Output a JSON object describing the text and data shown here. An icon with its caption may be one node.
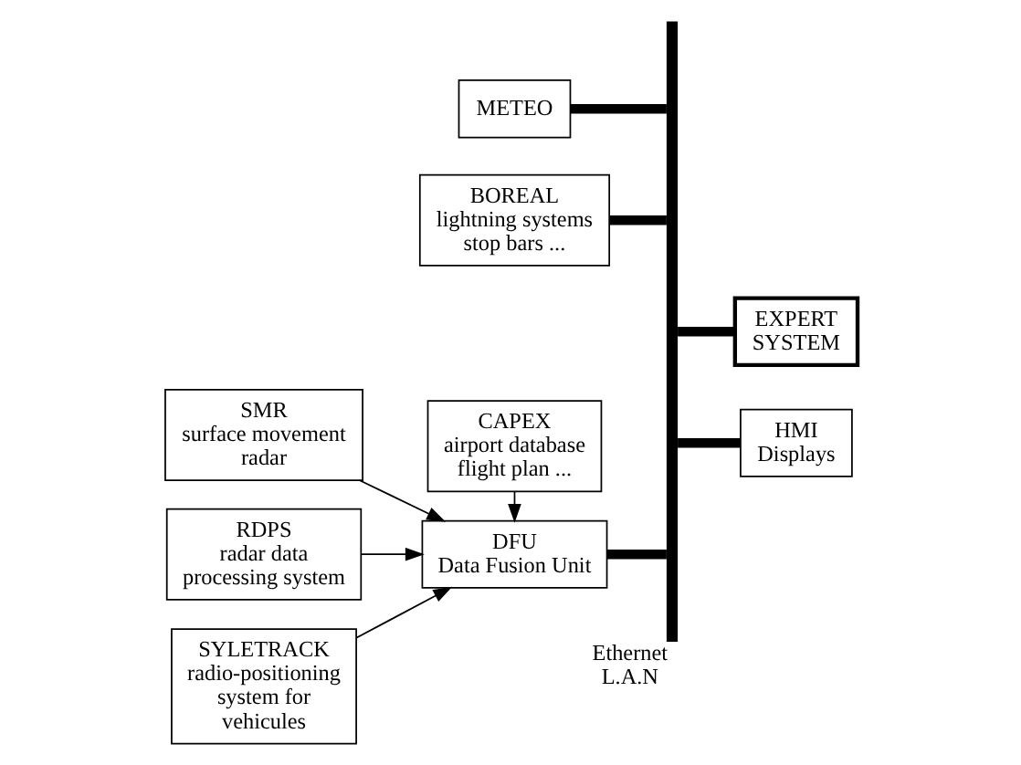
{
  "diagram": {
    "nodes": [
      {
        "text": [
          "METEO"
        ]
      },
      {
        "text": [
          "BOREAL",
          "lightning systems stop bars ..."
        ]
      },
      {
        "text": [
          "SMR",
          "surface movement radar"
        ]
      },
      {
        "text": [
          "CAPEX",
          "airport database flight plan ..."
        ]
      },
      {
        "text": [
          "RDPS",
          "radar data processing system"
        ]
      },
      {
        "text": [
          "SYLETRACK",
          "radio-positioning system for vehicules"
        ]
      },
      {
        "text": [
          "DFU",
          "Data Fusion Unit"
        ]
      },
      {
        "text": [],
        "shape": "bar",
        "beside": [
          "Ethernet L.A.N"
        ]
      },
      {
        "text": [
          "EXPERT SYSTEM"
        ]
      },
      {
        "text": [
          "HMI Displays"
        ]
      }
    ],
    "edges": [
      {
        "from": 2,
        "to": 6,
        "arrow": "to"
      },
      {
        "from": 4,
        "to": 6,
        "arrow": "to"
      },
      {
        "from": 3,
        "to": 6,
        "arrow": "to"
      },
      {
        "from": 5,
        "to": 6,
        "arrow": "to"
      },
      {
        "from": 0,
        "to": 7,
        "arrow": "none"
      },
      {
        "from": 1,
        "to": 7,
        "arrow": "none"
      },
      {
        "from": 6,
        "to": 7,
        "arrow": "none"
      },
      {
        "from": 7,
        "to": 8,
        "arrow": "none"
      },
      {
        "from": 7,
        "to": 9,
        "arrow": "none"
      }
    ]
  }
}
